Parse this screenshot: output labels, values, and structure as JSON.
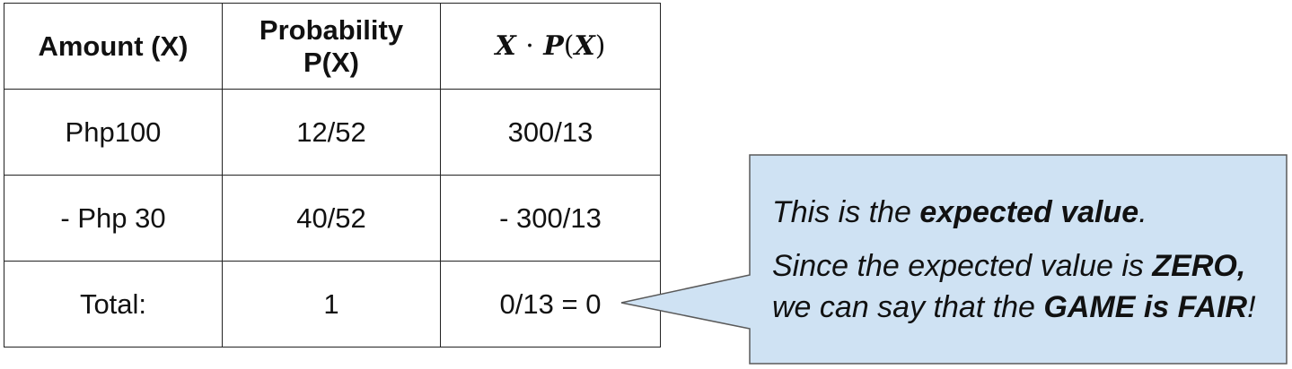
{
  "table": {
    "headers": {
      "amount": "Amount (X)",
      "probability_line1": "Probability",
      "probability_line2": "P(X)",
      "product": {
        "x": "X",
        "dot": "·",
        "p": "P",
        "open": "(",
        "x2": "X",
        "close": ")"
      }
    },
    "rows": [
      {
        "amount": "Php100",
        "probability": "12/52",
        "product": "300/13"
      },
      {
        "amount": "- Php 30",
        "probability": "40/52",
        "product": "- 300/13"
      },
      {
        "amount": "Total:",
        "probability": "1",
        "product": "0/13 = 0"
      }
    ]
  },
  "callout": {
    "line1_prefix": "This is the ",
    "line1_bold": "expected value",
    "line1_suffix": ".",
    "line2_prefix": "Since the expected value is ",
    "line2_bold": "ZERO,",
    "line3_prefix": "we can say that the ",
    "line3_bold": "GAME is FAIR",
    "line3_suffix": "!",
    "fill_color": "#cfe2f3",
    "border_color": "#5a5a5a"
  }
}
